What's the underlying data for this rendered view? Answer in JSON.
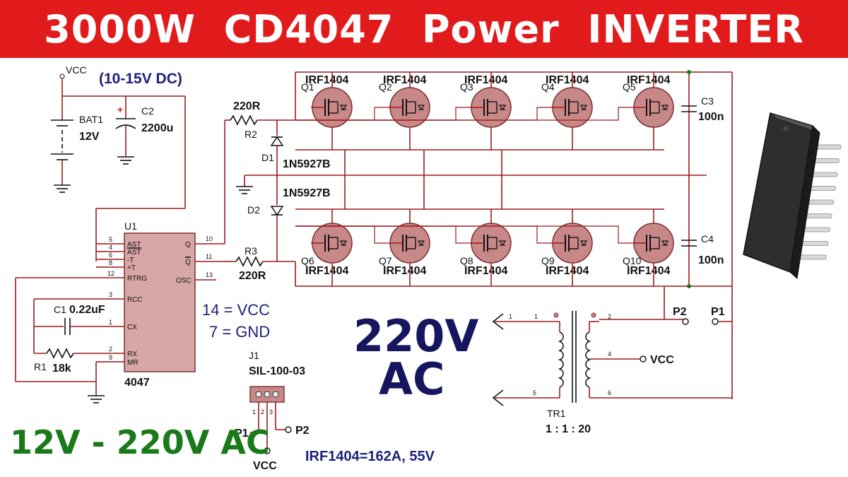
{
  "banner": {
    "title": "3000W  CD4047  Power  INVERTER"
  },
  "power": {
    "vcc": "VCC",
    "range": "(10-15V DC)",
    "bat_ref": "BAT1",
    "bat_val": "12V",
    "cap_ref": "C2",
    "cap_val": "2200u",
    "cap_plus": "+"
  },
  "mosfets_top": [
    {
      "ref": "Q1",
      "part": "IRF1404"
    },
    {
      "ref": "Q2",
      "part": "IRF1404"
    },
    {
      "ref": "Q3",
      "part": "IRF1404"
    },
    {
      "ref": "Q4",
      "part": "IRF1404"
    },
    {
      "ref": "Q5",
      "part": "IRF1404"
    }
  ],
  "mosfets_bottom": [
    {
      "ref": "Q6",
      "part": "IRF1404"
    },
    {
      "ref": "Q7",
      "part": "IRF1404"
    },
    {
      "ref": "Q8",
      "part": "IRF1404"
    },
    {
      "ref": "Q9",
      "part": "IRF1404"
    },
    {
      "ref": "Q10",
      "part": "IRF1404"
    }
  ],
  "resistors": {
    "r2_val": "220R",
    "r2_ref": "R2",
    "r3_ref": "R3",
    "r3_val": "220R",
    "r1_ref": "R1",
    "r1_val": "18k"
  },
  "diodes": {
    "d1_ref": "D1",
    "d1_part": "1N5927B",
    "d2_ref": "D2",
    "d2_part": "1N5927B"
  },
  "caps": {
    "c3_ref": "C3",
    "c3_val": "100n",
    "c4_ref": "C4",
    "c4_val": "100n",
    "c1_ref": "C1",
    "c1_val": "0.22uF"
  },
  "ic": {
    "ref": "U1",
    "name": "4047",
    "left_pins": [
      {
        "num": "5",
        "name": "AST"
      },
      {
        "num": "4",
        "name": "AST"
      },
      {
        "num": "6",
        "name": "-T"
      },
      {
        "num": "8",
        "name": "+T"
      },
      {
        "num": "12",
        "name": "RTRG"
      },
      {
        "num": "3",
        "name": "RCC"
      },
      {
        "num": "1",
        "name": "CX"
      },
      {
        "num": "2",
        "name": "RX"
      },
      {
        "num": "9",
        "name": "MR"
      }
    ],
    "right_pins": [
      {
        "num": "10",
        "name": "Q"
      },
      {
        "num": "11",
        "name": "Q"
      },
      {
        "num": "13",
        "name": "OSC"
      }
    ],
    "note_vcc": "14 = VCC",
    "note_gnd": "7 = GND"
  },
  "connector": {
    "ref": "J1",
    "part": "SIL-100-03",
    "p1": "P1",
    "p2": "P2",
    "vcc": "VCC",
    "pins": [
      "1",
      "2",
      "3"
    ]
  },
  "output": {
    "p2": "P2",
    "p1": "P1",
    "big_voltage": "220V",
    "big_ac": "AC",
    "tr_ref": "TR1",
    "tr_ratio": "1 : 1 : 20",
    "tr_vcc": "VCC",
    "pins": [
      "1",
      "1",
      "2",
      "4",
      "5",
      "6"
    ]
  },
  "footer": {
    "slogan": "12V - 220V AC",
    "spec": "IRF1404=162A, 55V"
  },
  "colors": {
    "banner": "#e11b1b",
    "mosfet": "#c98888",
    "wire": "#9e1a1a",
    "navy": "#1f1f7a",
    "green": "#1a7a1a",
    "ic_body": "#d7a6a6"
  }
}
